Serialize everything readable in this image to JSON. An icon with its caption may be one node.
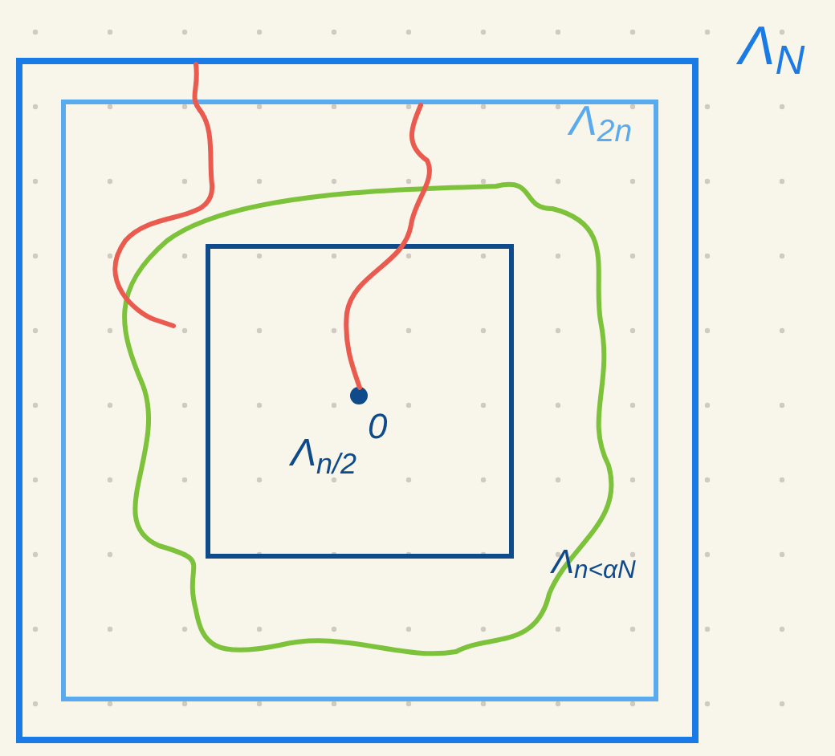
{
  "diagram": {
    "nodes": [
      {
        "text": [
          "Λ$_{N}$"
        ]
      },
      {
        "text": [
          "Λ$_{2n}$"
        ],
        "in": 0
      },
      {
        "text": [
          "Λ$_{n<αN}$"
        ],
        "in": 1
      },
      {
        "text": [
          "Λ$_{n/2}$"
        ],
        "in": 2
      },
      {
        "text": [],
        "shape": "circle",
        "in": 3,
        "beside": [
          "0"
        ]
      }
    ],
    "edges": [
      {
        "from": 0,
        "to": null,
        "arrow": "none",
        "color": "#ea5a4e"
      },
      {
        "from": 1,
        "to": 4,
        "arrow": "none",
        "color": "#ea5a4e"
      }
    ]
  }
}
